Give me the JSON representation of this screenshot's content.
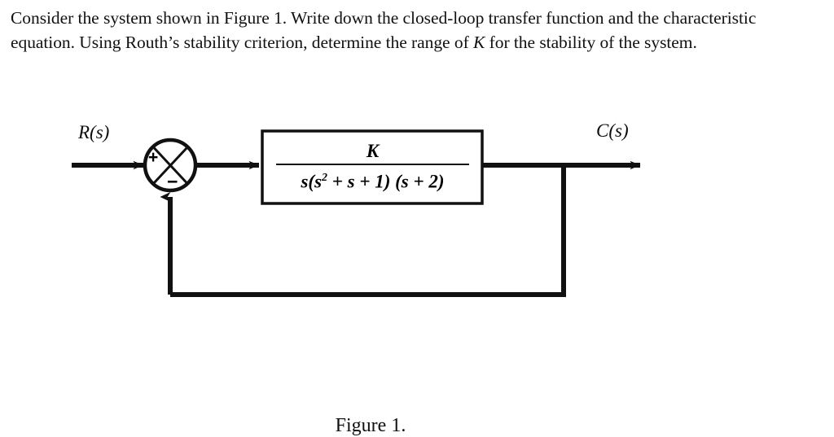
{
  "problem": {
    "line1_a": "Consider the system shown in Figure 1. Write down the closed-loop transfer function and the characteristic equation. Using Routh’s stability criterion, determine the range of ",
    "symbol_k": "K",
    "line1_b": " for the stability of the system."
  },
  "figure": {
    "caption": "Figure 1.",
    "input_label": "R(s)",
    "output_label": "C(s)",
    "summing_junction": {
      "name": "summing-junction",
      "plus_sign": "+",
      "minus_sign": "−"
    },
    "transfer_function_block": {
      "numerator": "K",
      "denominator_prefix": "s(s",
      "denominator_exponent": "2",
      "denominator_rest": " + s + 1) (s + 2)",
      "denominator_full": "s(s² + s + 1) (s + 2)",
      "full_expression": "K / [s(s² + s + 1)(s + 2)]"
    },
    "feedback": {
      "type": "unity-negative-feedback",
      "path_description": "output branch routed back to summing junction"
    },
    "colors": {
      "ink": "#111111",
      "background": "#ffffff"
    }
  }
}
